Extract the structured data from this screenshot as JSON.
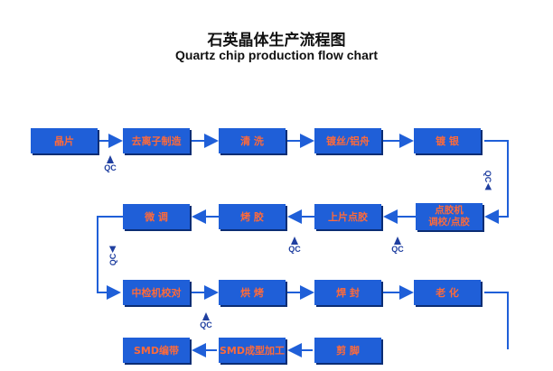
{
  "title": {
    "zh": "石英晶体生产流程图",
    "en": "Quartz chip production flow chart"
  },
  "steps": {
    "s1": "晶片",
    "s2": "去离子制造",
    "s3": "清  洗",
    "s4": "镀丝/铝舟",
    "s5": "镀  银",
    "s6a": "点胶机",
    "s6b": "调校/点胶",
    "s7": "上片点胶",
    "s8": "烤  胶",
    "s9": "微  调",
    "s10": "中检机校对",
    "s11": "烘  烤",
    "s12": "焊  封",
    "s13": "老  化",
    "s14": "剪  脚",
    "s15": "SMD成型加工",
    "s16": "SMD编带"
  },
  "qc_label": "QC",
  "colors": {
    "box": "#1f5fd8",
    "text": "#ff6a3a",
    "line": "#1f5fd8",
    "qc": "#1f3fa0"
  }
}
